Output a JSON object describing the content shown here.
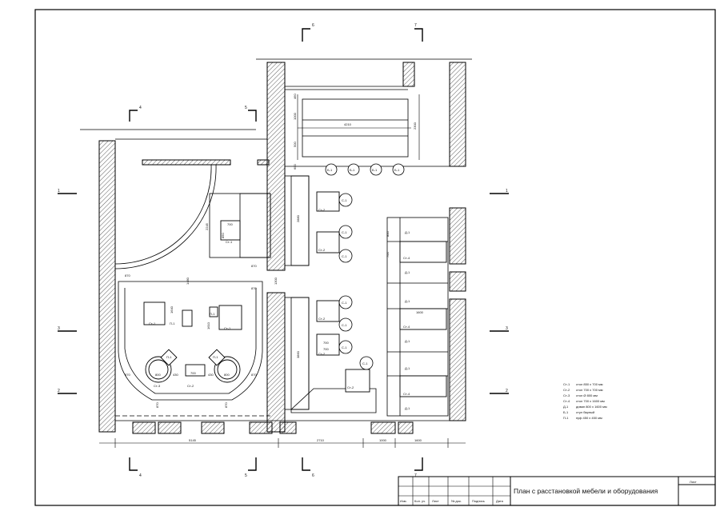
{
  "title_block": {
    "title": "План с расстановкой мебели и оборудования",
    "sheet_label": "Лист",
    "columns": [
      "Изм.",
      "Кол. уч.",
      "Лист",
      "№ док.",
      "Подпись",
      "Дата"
    ]
  },
  "axes": {
    "top": [
      "6",
      "7"
    ],
    "top_left": [
      "4",
      "5"
    ],
    "left": [
      "1",
      "3",
      "2"
    ],
    "right": [
      "1",
      "3",
      "2"
    ],
    "bottom": [
      "4",
      "5",
      "6",
      "7"
    ]
  },
  "legend": [
    {
      "code": "Ст-1",
      "desc": "стол 850 х 700 мм"
    },
    {
      "code": "Ст-2",
      "desc": "стол 700 х 700 мм"
    },
    {
      "code": "Ст-3",
      "desc": "стол Ø 800 мм"
    },
    {
      "code": "Ст-4",
      "desc": "стол 700 х 1600 мм"
    },
    {
      "code": "Д-1",
      "desc": "диван 800 х 1600 мм"
    },
    {
      "code": "Б-1",
      "desc": "стул барный"
    },
    {
      "code": "П-1",
      "desc": "пуф 450 х 450 мм"
    }
  ],
  "dims": {
    "bottom_a": "5145",
    "bottom_b": "2710",
    "bottom_c": "1000",
    "bottom_d": "1600",
    "top_len": "4210",
    "top_h": "2300",
    "top_d1": "460",
    "top_d2": "1000",
    "top_d3": "500",
    "top_d4": "600",
    "bar_len": "2880",
    "bar_len2": "3860",
    "gap": "1300",
    "left_870": "870",
    "d_1480": "1480",
    "d_2245": "2245",
    "d_870b": "870",
    "d_870c": "870",
    "d_700": "700",
    "d_850": "850",
    "d_1640": "1640",
    "d_1610": "1610",
    "d_800": "800",
    "d_430": "430",
    "d_700b": "700",
    "d_430b": "430",
    "d_800b": "800",
    "d_870d": "870",
    "d_870e": "870",
    "d_870f": "870",
    "d_870g": "870",
    "d_1600": "1600",
    "d_800s": "800",
    "d_700s": "700",
    "d_700a": "700",
    "d_700c": "700"
  },
  "labels": {
    "st1": "Ст-1",
    "st2": "Ст-2",
    "st3": "Ст-3",
    "st4": "Ст-4",
    "d1": "Д-1",
    "b1": "Б-1",
    "p1": "П-1",
    "c1": "С-1"
  }
}
